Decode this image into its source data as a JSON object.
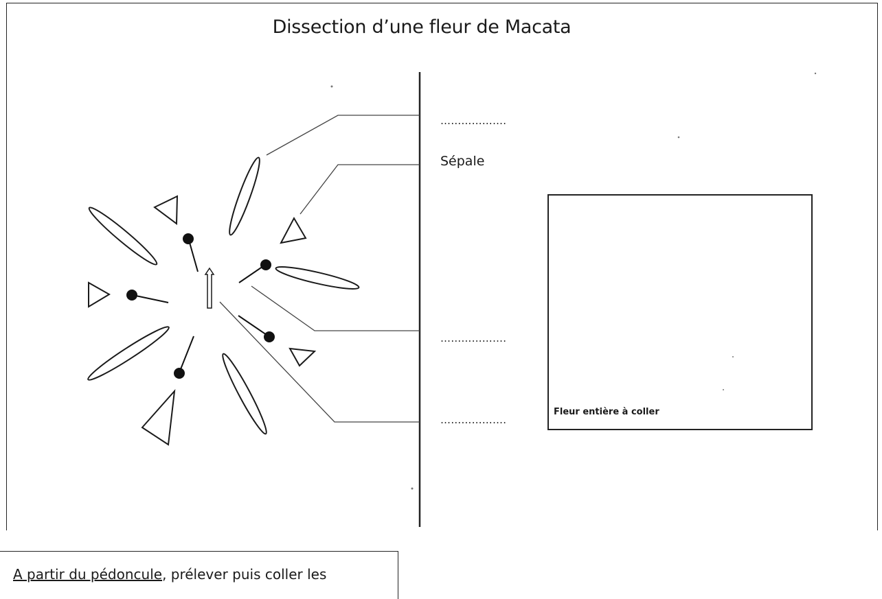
{
  "title": "Dissection d’une fleur de Macata",
  "labels": {
    "label_1": "……………….",
    "label_2": "Sépale",
    "label_3": "……………….",
    "label_4": "………………."
  },
  "paste_box": {
    "caption": "Fleur entière à coller"
  },
  "instruction": {
    "underlined": "A partir du pédoncule",
    "rest": ", prélever puis coller les"
  }
}
